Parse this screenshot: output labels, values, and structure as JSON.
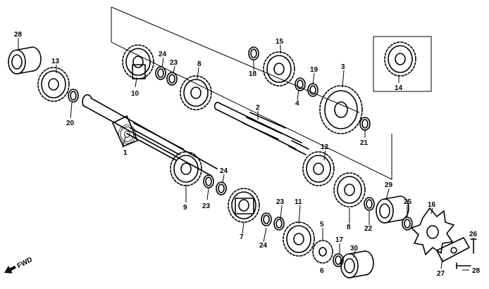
{
  "diagram": {
    "fwd_label": "FWD",
    "callouts": [
      "1",
      "2",
      "3",
      "4",
      "5",
      "6",
      "7",
      "8",
      "8",
      "9",
      "10",
      "11",
      "12",
      "13",
      "14",
      "15",
      "16",
      "17",
      "18",
      "19",
      "20",
      "21",
      "22",
      "23",
      "23",
      "23",
      "24",
      "24",
      "24",
      "25",
      "26",
      "27",
      "28",
      "28",
      "29",
      "30"
    ]
  }
}
